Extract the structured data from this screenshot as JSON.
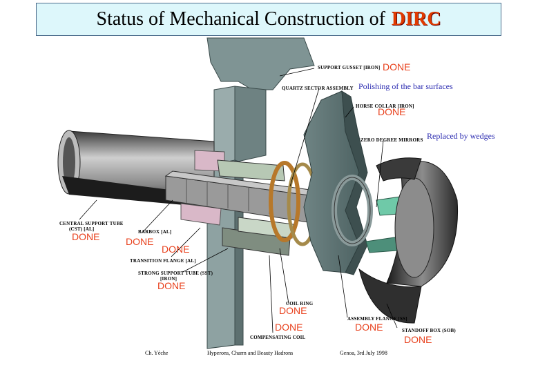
{
  "title": {
    "main": "Status of Mechanical Construction of",
    "accent": "DIRC"
  },
  "status_word": "DONE",
  "components": {
    "support_gusset": "SUPPORT GUSSET [IRON]",
    "quartz_sector": "QUARTZ SECTOR ASSEMBLY",
    "horse_collar": "HORSE COLLAR [IRON]",
    "zero_degree_mirrors": "ZERO DEGREE MIRRORS",
    "central_support_tube_1": "CENTRAL SUPPORT TUBE",
    "central_support_tube_2": "(CST) [AL]",
    "barbox": "BARBOX [AL]",
    "transition_flange": "TRANSITION FLANGE [AL]",
    "strong_support_tube_1": "STRONG SUPPORT TUBE (SST)",
    "strong_support_tube_2": "[IRON]",
    "coil_ring": "COIL RING",
    "compensating_coil": "COMPENSATING COIL",
    "assembly_flange": "ASSEMBLY FLANGE [SS]",
    "standoff_box": "STANDOFF BOX (SOB)"
  },
  "notes": {
    "polishing": "Polishing of the bar surfaces",
    "replaced": "Replaced by wedges"
  },
  "footer": {
    "author": "Ch. Yèche",
    "event": "Hyperons, Charm and Beauty Hadrons",
    "place_date": "Genoa, 3rd July 1998"
  },
  "colors": {
    "title_bg": "#ddf7fb",
    "accent": "#e03a00",
    "done": "#e8401c",
    "note": "#2a2ab0"
  }
}
